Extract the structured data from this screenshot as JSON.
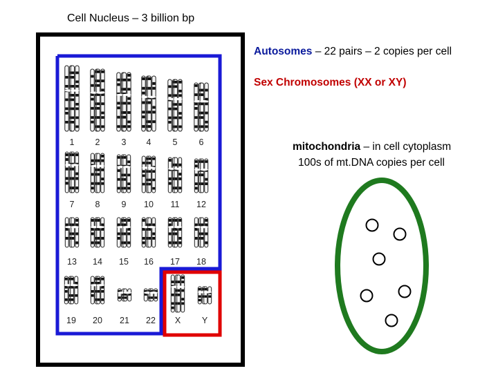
{
  "title": "Cell Nucleus – 3 billion bp",
  "autosomes": {
    "label": "Autosomes",
    "rest": " – 22 pairs – 2 copies per cell"
  },
  "sex_chromosomes": "Sex Chromosomes (XX or XY)",
  "mitochondria": {
    "label": "mitochondria",
    "rest": " – in cell cytoplasm",
    "line2": "100s of mt.DNA copies per cell"
  },
  "chromosome_labels": [
    "1",
    "2",
    "3",
    "4",
    "5",
    "6",
    "7",
    "8",
    "9",
    "10",
    "11",
    "12",
    "13",
    "14",
    "15",
    "16",
    "17",
    "18",
    "19",
    "20",
    "21",
    "22",
    "X",
    "Y"
  ],
  "colors": {
    "autosome_box": "#1a1ad6",
    "sex_box": "#e00000",
    "cell": "#1f7a1f",
    "nucleus_border": "#000000",
    "autosome_text": "#0a1a9c",
    "sex_text": "#c10000"
  }
}
